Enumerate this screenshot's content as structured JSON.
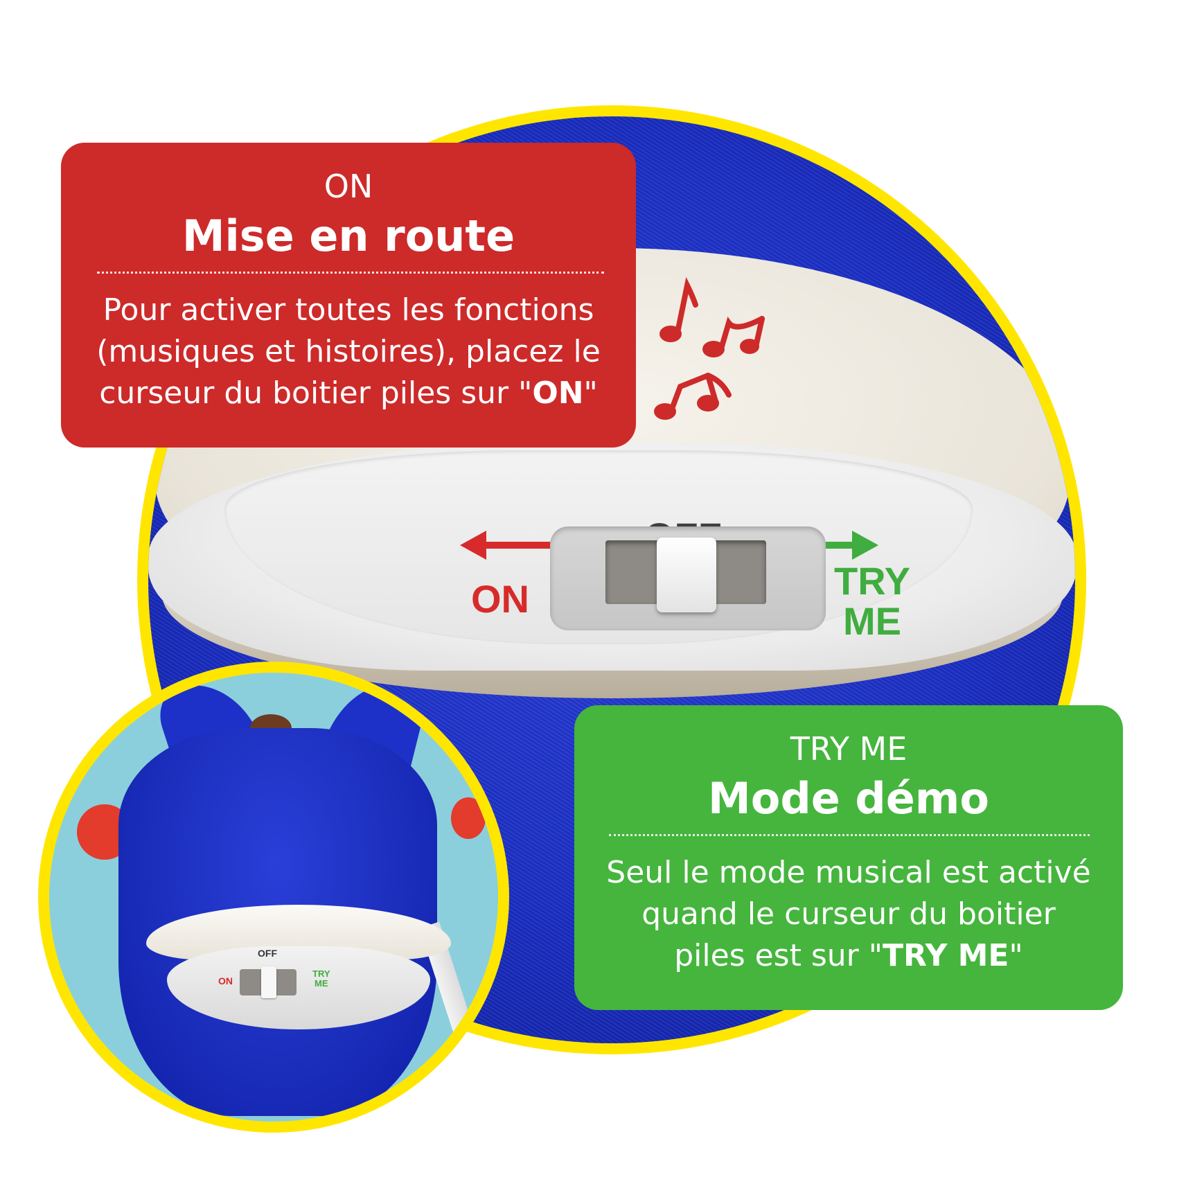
{
  "colors": {
    "border_yellow": "#ffe600",
    "toy_blue": "#1a2ec4",
    "callout_red": "#cd2a2a",
    "callout_green": "#45b53d",
    "label_red": "#d72b2b",
    "label_green": "#3fad3f",
    "label_dark": "#3d3f42"
  },
  "switch": {
    "off_label": "OFF",
    "on_label": "ON",
    "try_label_line1": "TRY",
    "try_label_line2": "ME"
  },
  "thumbnail_switch": {
    "off_label": "OFF",
    "on_label": "ON",
    "try_label_line1": "TRY",
    "try_label_line2": "ME"
  },
  "callout_on": {
    "kicker": "ON",
    "title": "Mise en route",
    "body_line1": "Pour activer toutes les fonctions",
    "body_line2": "(musiques et histoires), placez le",
    "body_line3_prefix": "curseur du boitier piles sur \"",
    "body_line3_bold": "ON",
    "body_line3_suffix": "\""
  },
  "callout_try": {
    "kicker": "TRY ME",
    "title": "Mode démo",
    "body_line1": "Seul le mode musical est activé",
    "body_line2": "quand le curseur du boitier",
    "body_line3_prefix": "piles est sur \"",
    "body_line3_bold": "TRY ME",
    "body_line3_suffix": "\""
  },
  "icons": [
    "music-notes-icon",
    "arrow-left-icon",
    "arrow-right-icon"
  ]
}
